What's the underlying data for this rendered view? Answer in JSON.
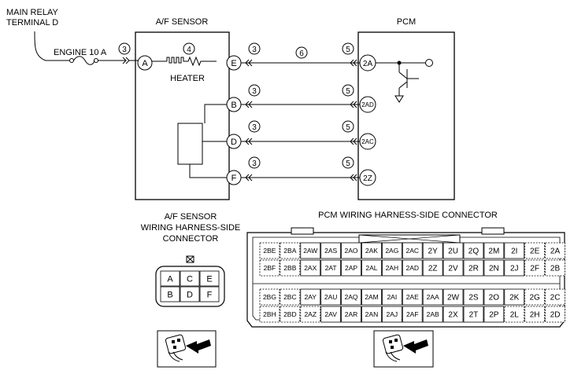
{
  "labels": {
    "main_relay_line1": "MAIN RELAY",
    "main_relay_line2": "TERMINAL D",
    "engine_fuse": "ENGINE 10 A",
    "af_sensor_title": "A/F SENSOR",
    "pcm_title": "PCM",
    "heater": "HEATER",
    "af_connector_line1": "A/F SENSOR",
    "af_connector_line2": "WIRING HARNESS-SIDE",
    "af_connector_line3": "CONNECTOR",
    "pcm_connector_title": "PCM WIRING HARNESS-SIDE CONNECTOR"
  },
  "circle_numbers": {
    "n3": "3",
    "n4": "4",
    "n5": "5",
    "n6": "6"
  },
  "af_terminals": {
    "A": "A",
    "B": "B",
    "D": "D",
    "E": "E",
    "F": "F"
  },
  "pcm_terminals": {
    "t2A": "2A",
    "t2AD": "2AD",
    "t2AC": "2AC",
    "t2Z": "2Z"
  },
  "af_connector_grid": [
    [
      "A",
      "C",
      "E"
    ],
    [
      "B",
      "D",
      "F"
    ]
  ],
  "pcm_connector_rows": [
    [
      "2BE",
      "2BA",
      "2AW",
      "2AS",
      "2AO",
      "2AK",
      "2AG",
      "2AC",
      "2Y",
      "2U",
      "2Q",
      "2M",
      "2I",
      "2E",
      "2A"
    ],
    [
      "2BF",
      "2BB",
      "2AX",
      "2AT",
      "2AP",
      "2AL",
      "2AH",
      "2AD",
      "2Z",
      "2V",
      "2R",
      "2N",
      "2J",
      "2F",
      "2B"
    ],
    [
      "2BG",
      "2BC",
      "2AY",
      "2AU",
      "2AQ",
      "2AM",
      "2AI",
      "2AE",
      "2AA",
      "2W",
      "2S",
      "2O",
      "2K",
      "2G",
      "2C"
    ],
    [
      "2BH",
      "2BD",
      "2AZ",
      "2AV",
      "2AR",
      "2AN",
      "2AJ",
      "2AF",
      "2AB",
      "2X",
      "2T",
      "2P",
      "2L",
      "2H",
      "2D"
    ]
  ]
}
